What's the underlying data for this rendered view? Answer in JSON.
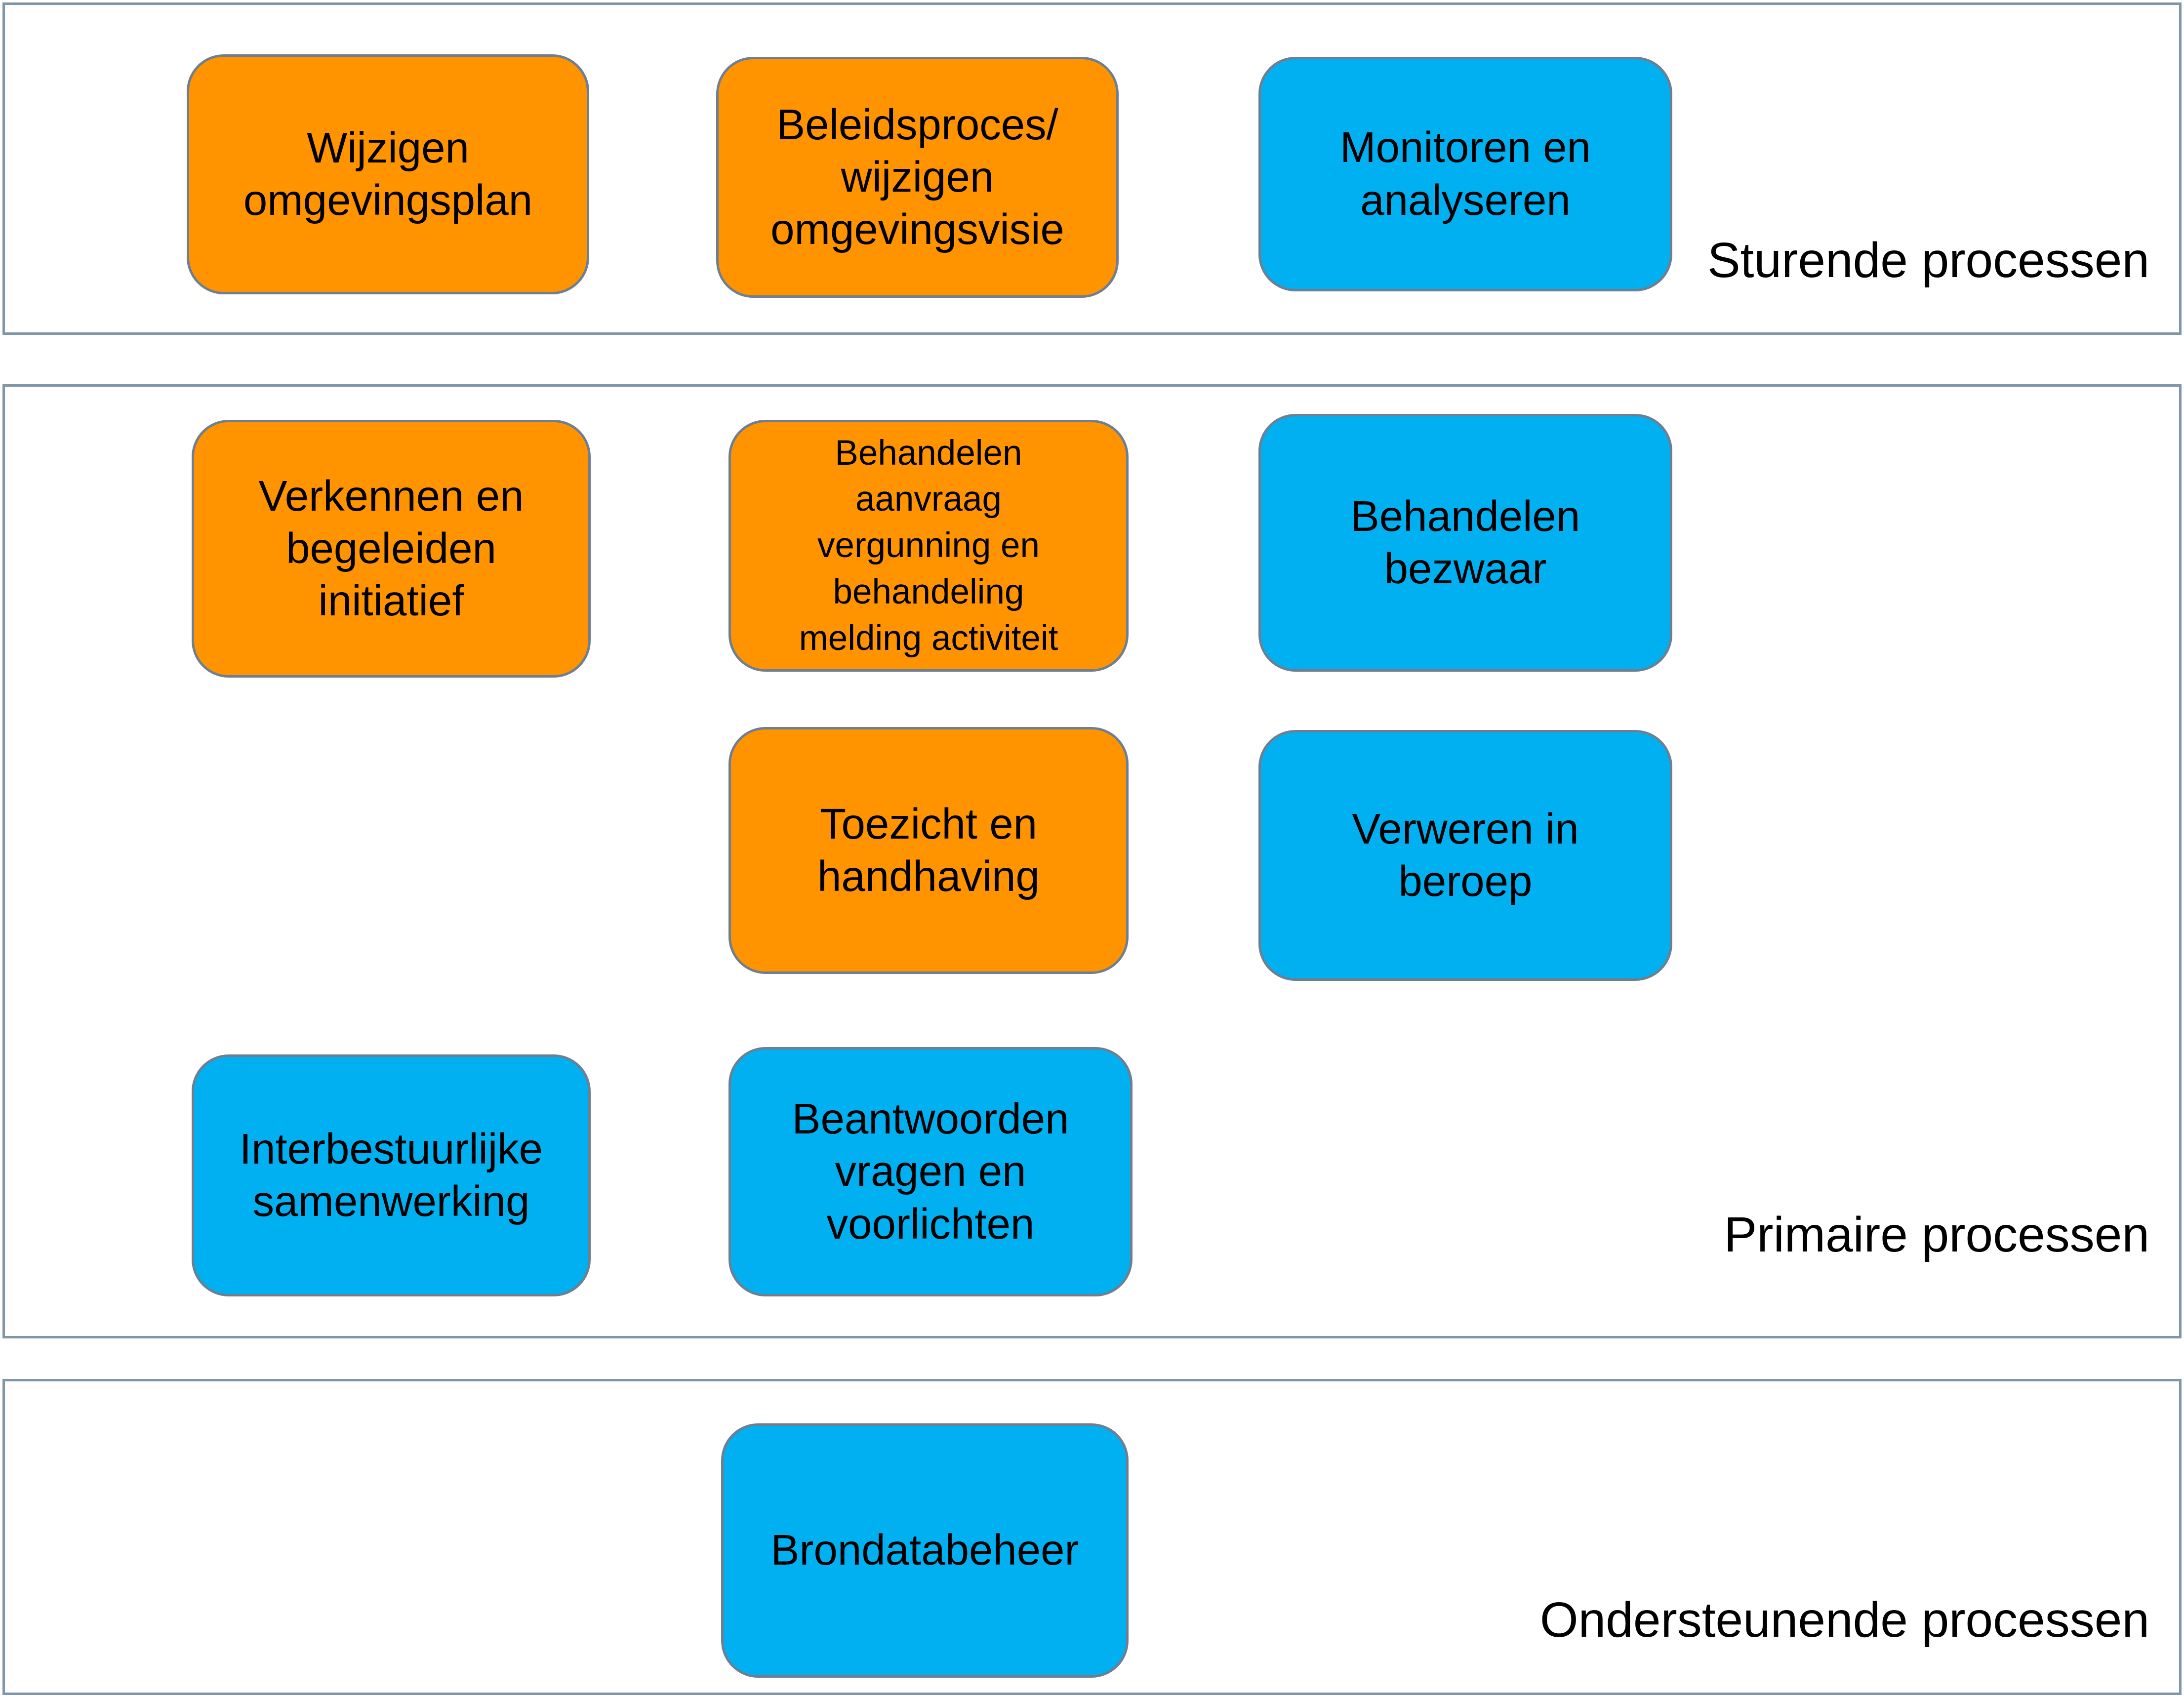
{
  "colors": {
    "steering": "#ff9400",
    "process": "#00b0f0",
    "border": "#7f95a8"
  },
  "bands": {
    "sturende": {
      "label": "Sturende processen",
      "boxes": {
        "wijzigen_omgevingsplan": "Wijzigen\nomgevingsplan",
        "beleidsproces": "Beleidsproces/\nwijzigen\nomgevingsvisie",
        "monitoren": "Monitoren en\nanalyseren"
      }
    },
    "primaire": {
      "label": "Primaire processen",
      "boxes": {
        "verkennen": "Verkennen en\nbegeleiden\ninitiatief",
        "behandelen_aanvraag": "Behandelen\naanvraag\nvergunning en\nbehandeling\nmelding activiteit",
        "behandelen_bezwaar": "Behandelen\nbezwaar",
        "toezicht": "Toezicht en\nhandhaving",
        "verweren": "Verweren in\nberoep",
        "interbestuurlijke": "Interbestuurlijke\nsamenwerking",
        "beantwoorden": "Beantwoorden\nvragen en\nvoorlichten"
      }
    },
    "ondersteunende": {
      "label": "Ondersteunende processen",
      "boxes": {
        "brondatabeheer": "Brondatabeheer"
      }
    }
  }
}
